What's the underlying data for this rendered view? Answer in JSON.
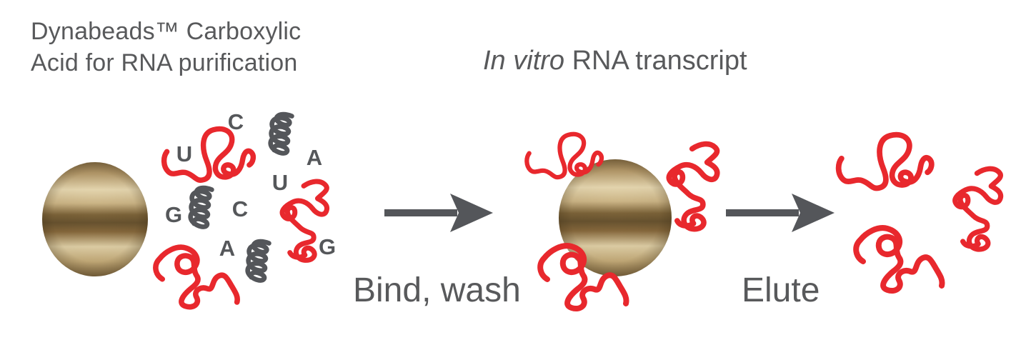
{
  "colors": {
    "red": "#e8282d",
    "text_gray": "#58595b",
    "arrow_gray": "#54565a",
    "letter_gray": "#55575a",
    "bead_light": "#e8d9b2",
    "bead_dark_band": "#67522f"
  },
  "labels": {
    "bead_product_line1": "Dynabeads™ Carboxylic",
    "bead_product_line2": "Acid for RNA purification",
    "transcript_italic": "In vitro",
    "transcript_rest": " RNA transcript",
    "step1": "Bind, wash",
    "step2": "Elute"
  },
  "nucleotide_letters": [
    "C",
    "U",
    "A",
    "U",
    "G",
    "C",
    "A",
    "G"
  ]
}
